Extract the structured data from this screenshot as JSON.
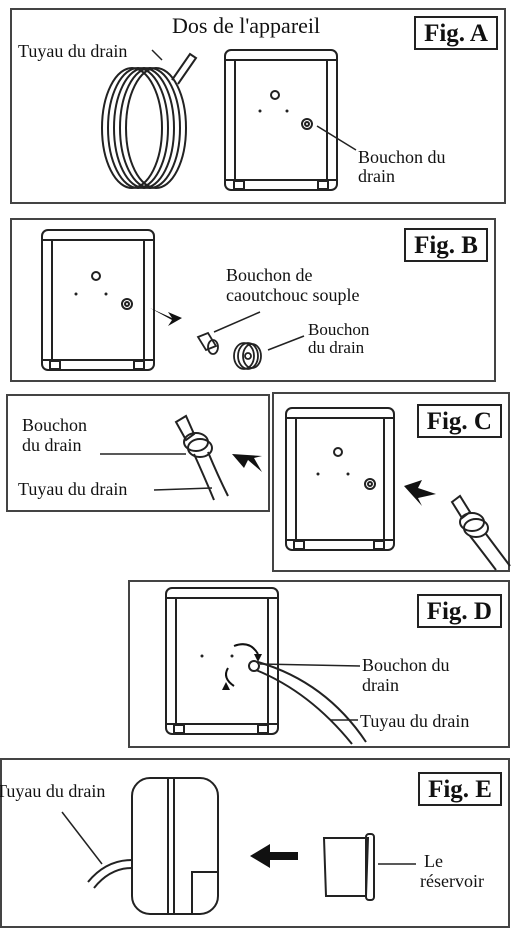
{
  "fig_a": {
    "tag": "Fig. A",
    "hose_label": "Tuyau du drain",
    "back_label": "Dos de l'appareil",
    "plug_label_1": "Bouchon du",
    "plug_label_2": "drain"
  },
  "fig_b": {
    "tag": "Fig. B",
    "soft_plug_1": "Bouchon de",
    "soft_plug_2": "caoutchouc souple",
    "drain_plug_1": "Bouchon",
    "drain_plug_2": "du drain"
  },
  "fig_c": {
    "tag": "Fig. C",
    "drain_plug_1": "Bouchon",
    "drain_plug_2": "du drain",
    "hose_label": "Tuyau du drain"
  },
  "fig_d": {
    "tag": "Fig. D",
    "drain_plug_1": "Bouchon du",
    "drain_plug_2": "drain",
    "hose_label": "Tuyau du drain"
  },
  "fig_e": {
    "tag": "Fig. E",
    "hose_label": "Tuyau du drain",
    "tank_1": "Le",
    "tank_2": "réservoir"
  }
}
